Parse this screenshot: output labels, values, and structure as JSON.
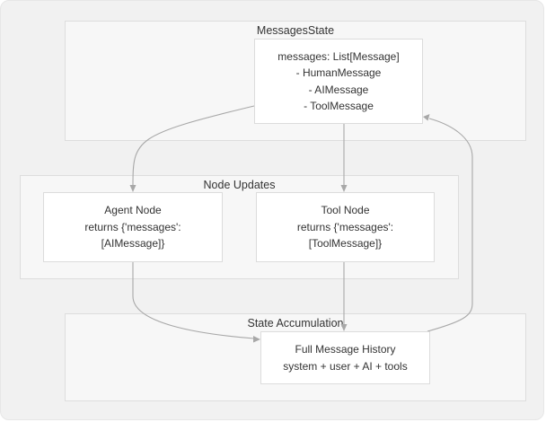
{
  "clusters": {
    "messages_state": {
      "title": "MessagesState"
    },
    "node_updates": {
      "title": "Node Updates"
    },
    "state_accumulation": {
      "title": "State Accumulation"
    }
  },
  "nodes": {
    "messages_state": {
      "lines": [
        "messages: List[Message]",
        "- HumanMessage",
        "- AIMessage",
        "- ToolMessage"
      ]
    },
    "agent_node": {
      "lines": [
        "Agent Node",
        "returns {'messages':",
        "[AIMessage]}"
      ]
    },
    "tool_node": {
      "lines": [
        "Tool Node",
        "returns {'messages':",
        "[ToolMessage]}"
      ]
    },
    "full_history": {
      "lines": [
        "Full Message History",
        "system + user + AI + tools"
      ]
    }
  },
  "colors": {
    "background": "#f1f1f1",
    "cluster_fill": "#f7f7f7",
    "node_fill": "#ffffff",
    "edge": "#a8a8a8",
    "text": "#333333"
  }
}
